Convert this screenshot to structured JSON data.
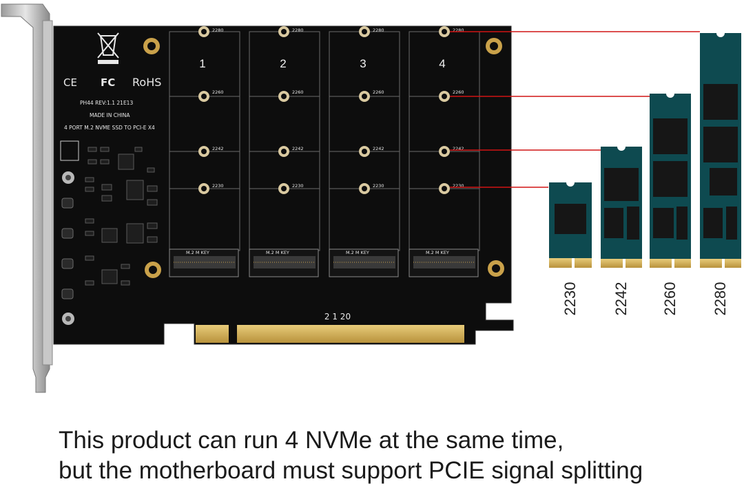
{
  "board": {
    "cert_marks": [
      "CE",
      "FC",
      "RoHS"
    ],
    "model_line": "PH44  REV:1.1  21E13",
    "made_in": "MADE IN CHINA",
    "description": "4 PORT M.2 NVME SSD TO PCI-E X4",
    "slots": [
      "1",
      "2",
      "3",
      "4"
    ],
    "hole_labels": [
      "2280",
      "2260",
      "2242",
      "2230"
    ],
    "slot_key_label": "M.2 M KEY",
    "connector_label": "2 1 20"
  },
  "ssd_sizes": [
    "2230",
    "2242",
    "2260",
    "2280"
  ],
  "colors": {
    "pcb": "#0d0d0d",
    "ssd": "#0e4a50",
    "gold": "#d6b15a",
    "leader_line": "#d11414"
  },
  "caption": {
    "line1": "This product can run 4 NVMe at the same time,",
    "line2": "but the motherboard must support PCIE signal splitting"
  }
}
